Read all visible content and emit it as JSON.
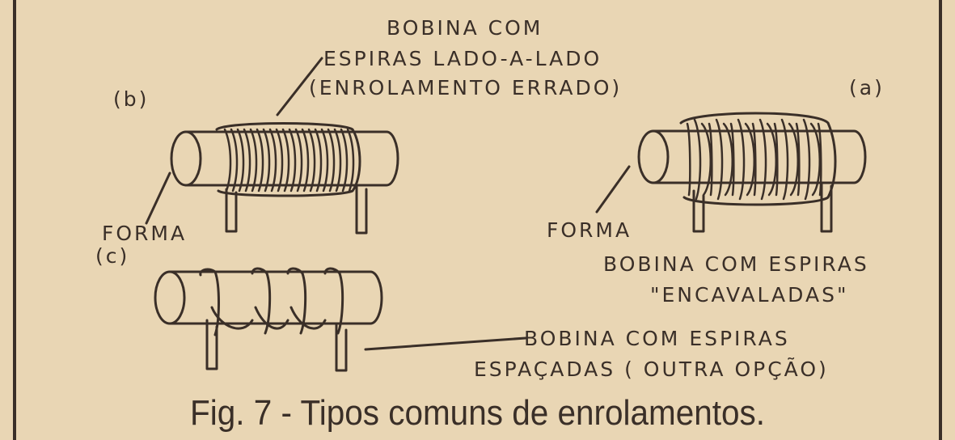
{
  "figure": {
    "panel_b": {
      "tag": "(b)",
      "title_line1": "BOBINA COM",
      "title_line2": "ESPIRAS LADO-A-LADO",
      "title_line3": "(ENROLAMENTO ERRADO)",
      "form_label": "FORMA"
    },
    "panel_a": {
      "tag": "(a)",
      "form_label": "FORMA",
      "desc_line1": "BOBINA COM ESPIRAS",
      "desc_line2": "\"ENCAVALADAS\""
    },
    "panel_c": {
      "tag": "(c)",
      "desc_line1": "BOBINA COM ESPIRAS",
      "desc_line2": "ESPAÇADAS ( OUTRA OPÇÃO)"
    },
    "caption": "Fig. 7 - Tipos comuns de enrolamentos."
  }
}
